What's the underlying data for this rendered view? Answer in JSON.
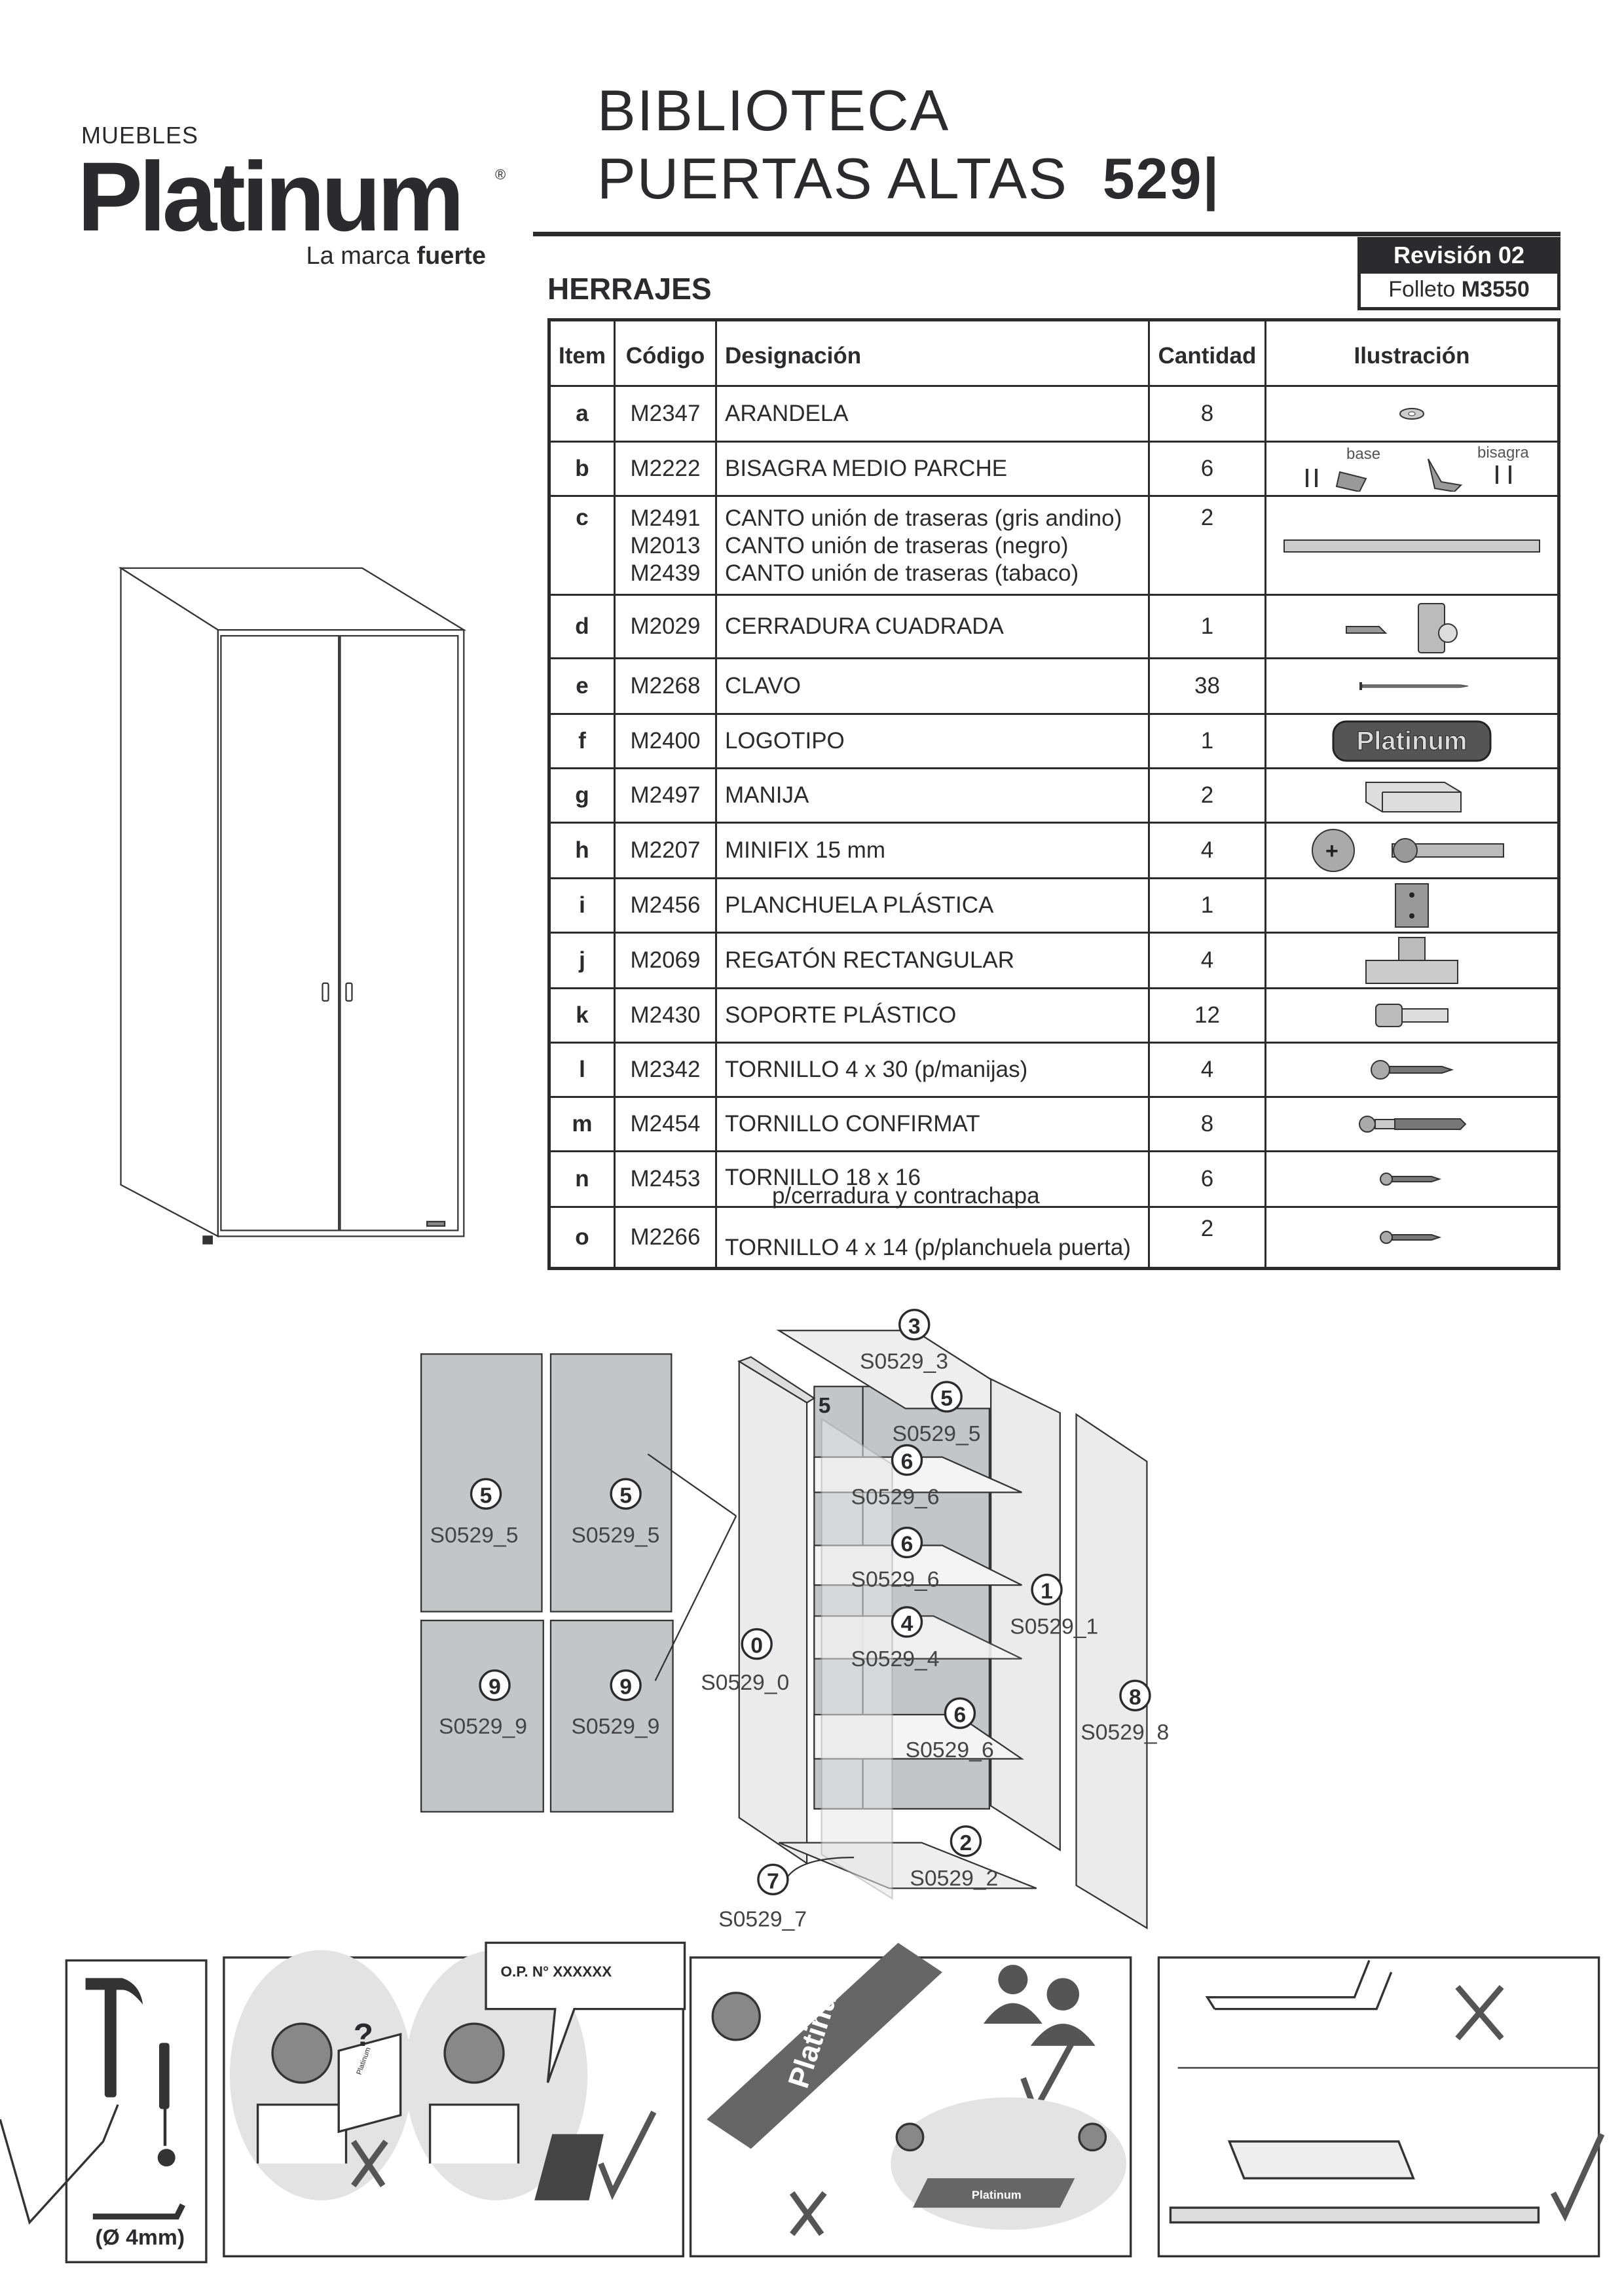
{
  "brand": {
    "small": "MUEBLES",
    "name": "Platinum",
    "registered": "®",
    "tagline_prefix": "La marca",
    "tagline_bold": "fuerte"
  },
  "title": {
    "line1": "BIBLIOTECA",
    "line2": "PUERTAS ALTAS",
    "model": "529",
    "bar": "|"
  },
  "revision": "Revisión 02",
  "folleto": {
    "label": "Folleto",
    "code": "M3550"
  },
  "section": "HERRAJES",
  "table": {
    "headers": [
      "Item",
      "Código",
      "Designación",
      "Cantidad",
      "Ilustración"
    ],
    "rows": [
      {
        "item": "a",
        "codes": [
          "M2347"
        ],
        "desc": [
          "ARANDELA"
        ],
        "qty": "8",
        "icon": "washer"
      },
      {
        "item": "b",
        "codes": [
          "M2222"
        ],
        "desc": [
          "BISAGRA MEDIO PARCHE"
        ],
        "qty": "6",
        "icon": "hinge",
        "labels": [
          "base",
          "bisagra"
        ]
      },
      {
        "item": "c",
        "codes": [
          "M2491",
          "M2013",
          "M2439"
        ],
        "desc": [
          "CANTO unión de traseras (gris andino)",
          "CANTO unión de traseras (negro)",
          "CANTO unión de traseras (tabaco)"
        ],
        "qty": "2",
        "icon": "edge-strip"
      },
      {
        "item": "d",
        "codes": [
          "M2029"
        ],
        "desc": [
          "CERRADURA CUADRADA"
        ],
        "qty": "1",
        "icon": "lock"
      },
      {
        "item": "e",
        "codes": [
          "M2268"
        ],
        "desc": [
          "CLAVO"
        ],
        "qty": "38",
        "icon": "nail"
      },
      {
        "item": "f",
        "codes": [
          "M2400"
        ],
        "desc": [
          "LOGOTIPO"
        ],
        "qty": "1",
        "icon": "logo-badge",
        "badge_text": "Platinum"
      },
      {
        "item": "g",
        "codes": [
          "M2497"
        ],
        "desc": [
          "MANIJA"
        ],
        "qty": "2",
        "icon": "handle"
      },
      {
        "item": "h",
        "codes": [
          "M2207"
        ],
        "desc": [
          "MINIFIX 15 mm"
        ],
        "qty": "4",
        "icon": "minifix"
      },
      {
        "item": "i",
        "codes": [
          "M2456"
        ],
        "desc": [
          "PLANCHUELA PLÁSTICA"
        ],
        "qty": "1",
        "icon": "plate"
      },
      {
        "item": "j",
        "codes": [
          "M2069"
        ],
        "desc": [
          "REGATÓN RECTANGULAR"
        ],
        "qty": "4",
        "icon": "foot"
      },
      {
        "item": "k",
        "codes": [
          "M2430"
        ],
        "desc": [
          "SOPORTE PLÁSTICO"
        ],
        "qty": "12",
        "icon": "shelf-support"
      },
      {
        "item": "l",
        "codes": [
          "M2342"
        ],
        "desc": [
          "TORNILLO 4 x 30 (p/manijas)"
        ],
        "qty": "4",
        "icon": "screw"
      },
      {
        "item": "m",
        "codes": [
          "M2454"
        ],
        "desc": [
          "TORNILLO CONFIRMAT"
        ],
        "qty": "8",
        "icon": "confirmat"
      },
      {
        "item": "n",
        "codes": [
          "M2453"
        ],
        "desc": [
          "TORNILLO 18 x 16",
          "p/cerradura y contrachapa"
        ],
        "qty": "6",
        "icon": "small-screw"
      },
      {
        "item": "o",
        "codes": [
          "M2266"
        ],
        "desc": [
          "TORNILLO 4 x 14 (p/planchuela puerta)"
        ],
        "qty": "2",
        "icon": "small-screw"
      }
    ]
  },
  "diagram": {
    "parts": [
      {
        "num": "5",
        "code": "S0529_5"
      },
      {
        "num": "5",
        "code": "S0529_5"
      },
      {
        "num": "9",
        "code": "S0529_9"
      },
      {
        "num": "9",
        "code": "S0529_9"
      },
      {
        "num": "3",
        "code": "S0529_3"
      },
      {
        "num": "5",
        "code": "S0529_5"
      },
      {
        "num": "6",
        "code": "S0529_6"
      },
      {
        "num": "6",
        "code": "S0529_6"
      },
      {
        "num": "1",
        "code": "S0529_1"
      },
      {
        "num": "4",
        "code": "S0529_4"
      },
      {
        "num": "0",
        "code": "S0529_0"
      },
      {
        "num": "6",
        "code": "S0529_6"
      },
      {
        "num": "8",
        "code": "S0529_8"
      },
      {
        "num": "2",
        "code": "S0529_2"
      },
      {
        "num": "7",
        "code": "S0529_7"
      }
    ],
    "small_num": "5"
  },
  "panels": {
    "tool_size": "(Ø 4mm)",
    "op_number": "O.P. N° XXXXXX",
    "question": "?",
    "box_brand": "Platinum",
    "manual_brand": "Platinum"
  }
}
